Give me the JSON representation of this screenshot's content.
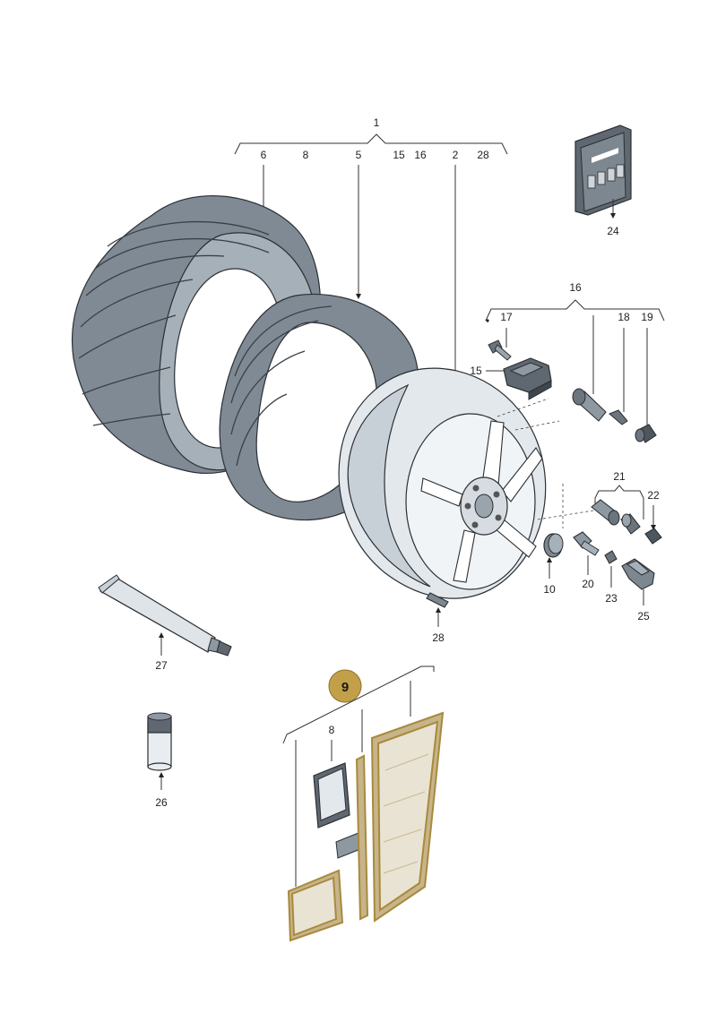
{
  "labels": {
    "l1": "1",
    "l2": "2",
    "l5": "5",
    "l6": "6",
    "l8": "8",
    "l8b": "8",
    "l9": "9",
    "l10": "10",
    "l15": "15",
    "l15b": "15",
    "l16": "16",
    "l16b": "16",
    "l17": "17",
    "l18": "18",
    "l19": "19",
    "l20": "20",
    "l21": "21",
    "l22": "22",
    "l23": "23",
    "l24": "24",
    "l25": "25",
    "l26": "26",
    "l27": "27",
    "l28": "28",
    "l28b": "28"
  },
  "colors": {
    "highlight_badge": "#c2a04a",
    "highlight_outline": "#a88a3b"
  }
}
